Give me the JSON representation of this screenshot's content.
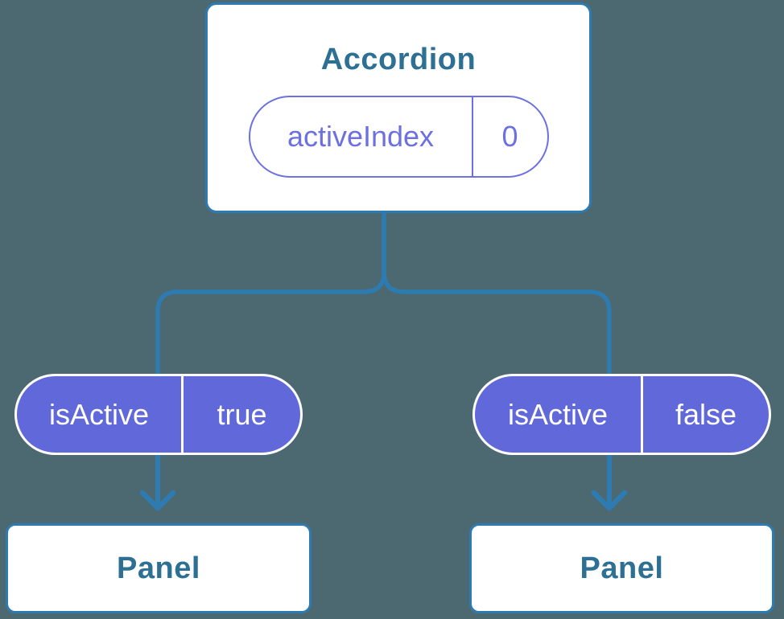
{
  "diagram": {
    "root": {
      "title": "Accordion",
      "prop": {
        "name": "activeIndex",
        "value": "0"
      }
    },
    "children": [
      {
        "prop": {
          "name": "isActive",
          "value": "true"
        },
        "node": {
          "title": "Panel"
        }
      },
      {
        "prop": {
          "name": "isActive",
          "value": "false"
        },
        "node": {
          "title": "Panel"
        }
      }
    ],
    "colors": {
      "background": "#4C6971",
      "connector_blue": "#2D7BB0",
      "node_text_teal": "#2E7094",
      "pill_fill_purple": "#6169DA",
      "pill_text_purple": "#6C70E0",
      "node_fill": "#FFFFFF",
      "pill_child_text": "#FFFFFF"
    }
  }
}
